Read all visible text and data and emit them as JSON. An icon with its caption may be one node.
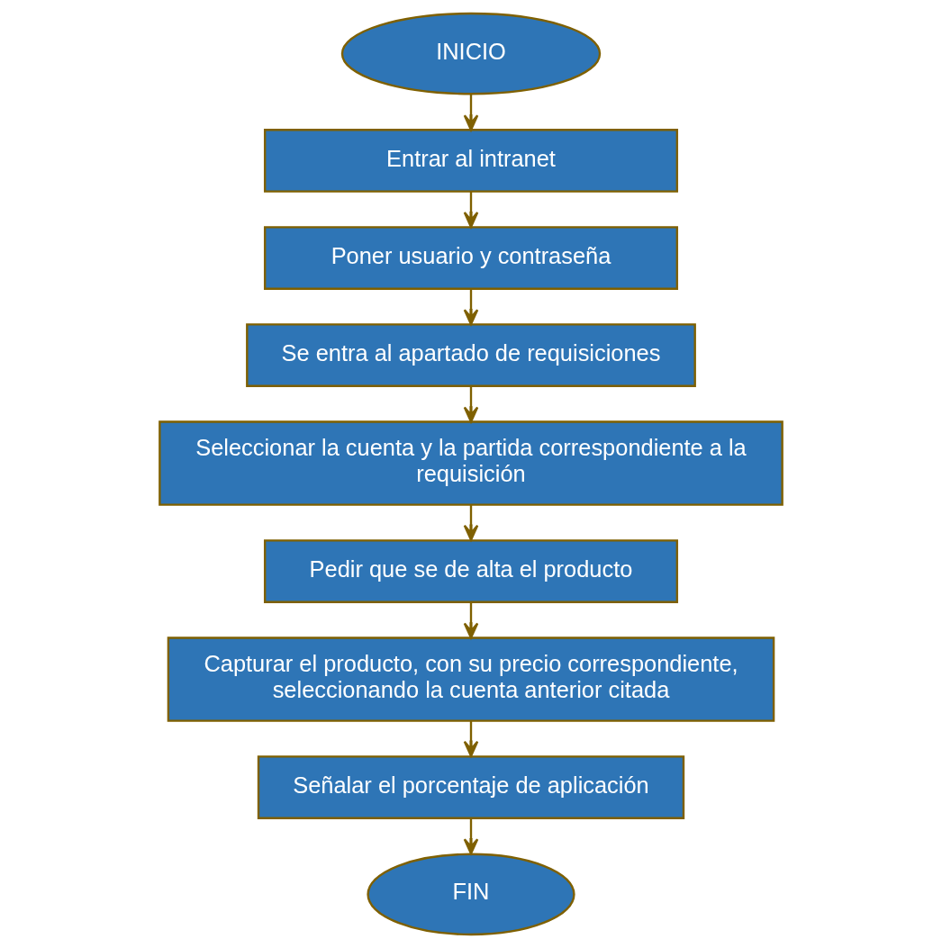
{
  "diagram": {
    "nodes": [
      {
        "text": [
          "INICIO"
        ]
      },
      {
        "text": [
          "Entrar al intranet"
        ]
      },
      {
        "text": [
          "Poner usuario y contraseña"
        ]
      },
      {
        "text": [
          "Se entra al apartado de requisiciones"
        ]
      },
      {
        "text": [
          "Seleccionar la cuenta y la partida correspondiente a la requisición"
        ]
      },
      {
        "text": [
          "Pedir que se de alta el producto"
        ]
      },
      {
        "text": [
          "Capturar el producto, con su precio correspondiente, seleccionando la cuenta anterior citada"
        ]
      },
      {
        "text": [
          "Señalar el porcentaje de aplicación"
        ]
      },
      {
        "text": [
          "FIN"
        ]
      }
    ],
    "edges": [
      {
        "from": 0,
        "to": 1,
        "arrow": "to"
      },
      {
        "from": 1,
        "to": 2,
        "arrow": "to"
      },
      {
        "from": 2,
        "to": 3,
        "arrow": "to"
      },
      {
        "from": 3,
        "to": 4,
        "arrow": "to"
      },
      {
        "from": 4,
        "to": 5,
        "arrow": "to"
      },
      {
        "from": 5,
        "to": 6,
        "arrow": "to"
      },
      {
        "from": 6,
        "to": 7,
        "arrow": "to"
      },
      {
        "from": 7,
        "to": 8,
        "arrow": "to"
      }
    ]
  }
}
